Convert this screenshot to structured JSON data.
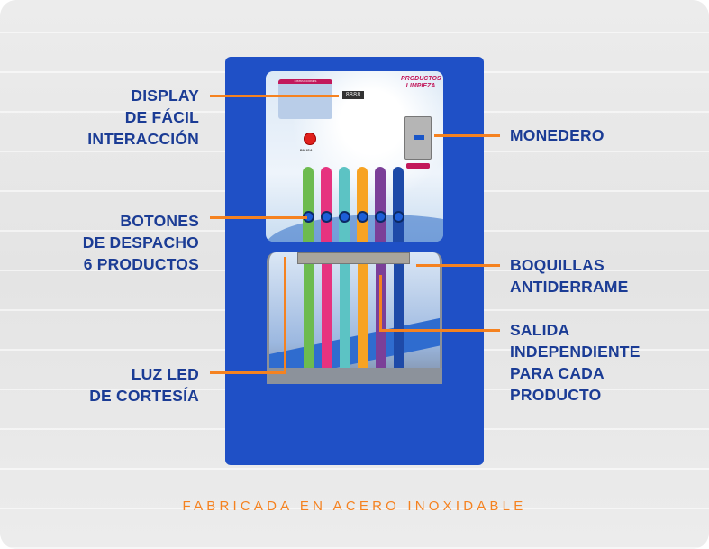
{
  "labels": {
    "display": [
      "DISPLAY",
      "DE FÁCIL",
      "INTERACCIÓN"
    ],
    "buttons": [
      "BOTONES",
      "DE DESPACHO",
      "6 PRODUCTOS"
    ],
    "led": [
      "LUZ LED",
      "DE CORTESÍA"
    ],
    "coin": [
      "MONEDERO"
    ],
    "nozzles": [
      "BOQUILLAS",
      "ANTIDERRAME"
    ],
    "outlet": [
      "SALIDA",
      "INDEPENDIENTE",
      "PARA CADA",
      "PRODUCTO"
    ]
  },
  "machine": {
    "display_value": "8888",
    "logo_text": "PRODUCTOS LIMPIEZA",
    "pause_label": "PAUSA",
    "instructions_title": "INSTRUCCIONES",
    "product_colors": [
      "#6dbb4f",
      "#e6337f",
      "#5cc3c4",
      "#f7a323",
      "#7b3f98",
      "#1e4aa8"
    ]
  },
  "footer": "FABRICADA EN ACERO INOXIDABLE",
  "colors": {
    "accent": "#f58220",
    "text": "#1b3c95",
    "machine": "#1f50c6"
  }
}
